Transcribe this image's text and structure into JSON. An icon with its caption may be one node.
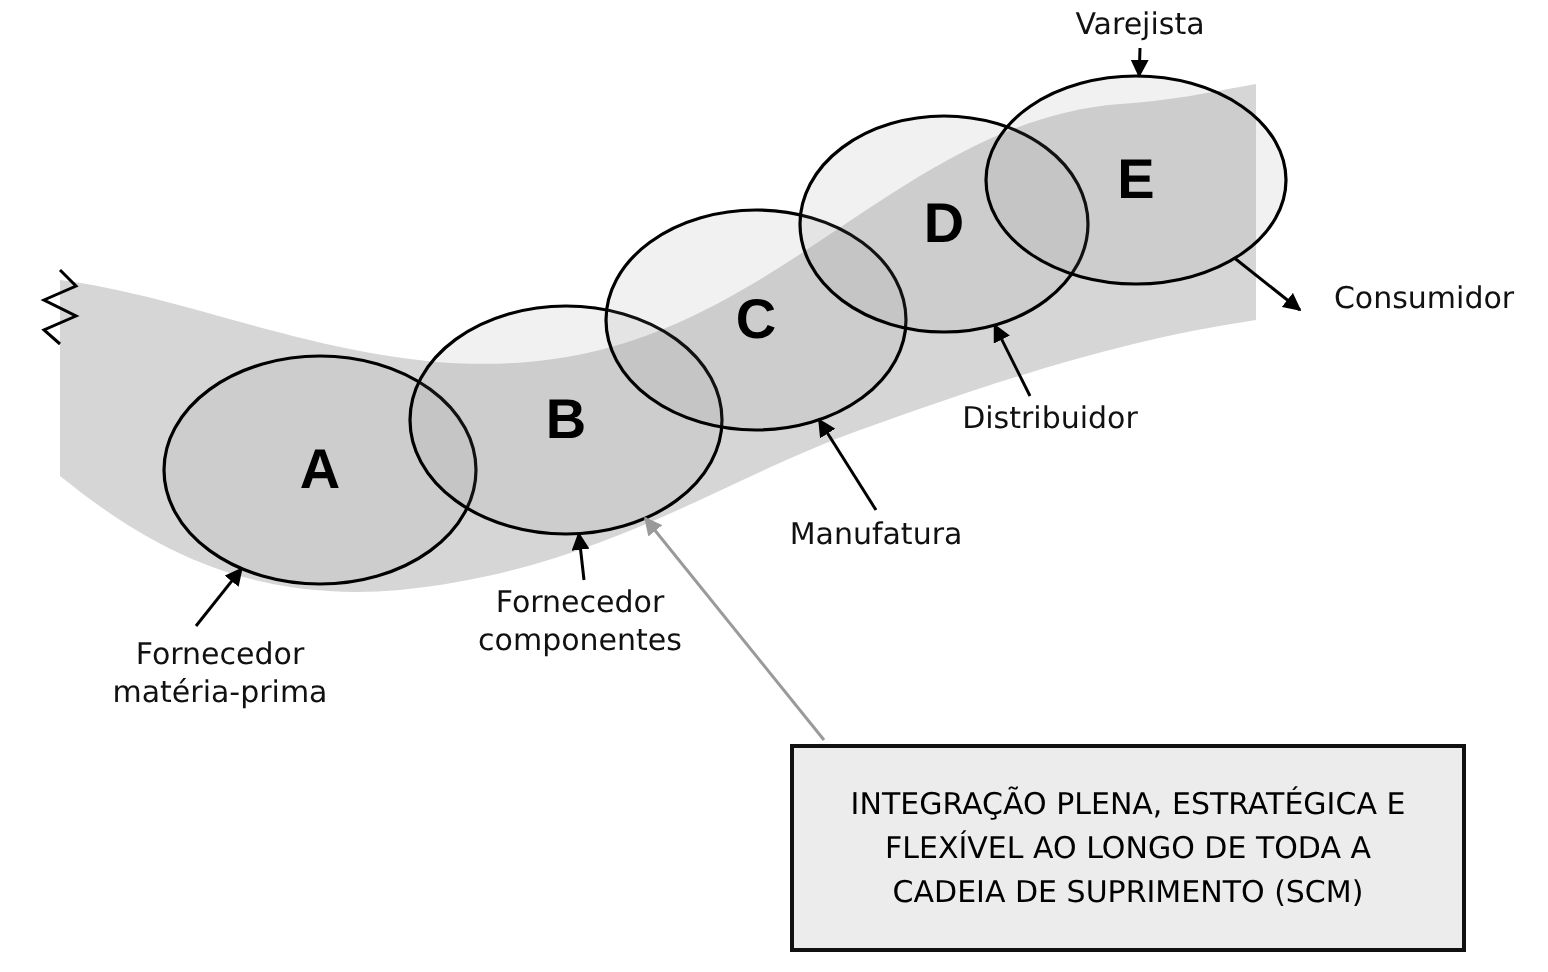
{
  "diagram": {
    "nodes": [
      {
        "text": [
          "A"
        ]
      },
      {
        "text": [
          "B"
        ]
      },
      {
        "text": [
          "C"
        ]
      },
      {
        "text": [
          "D"
        ]
      },
      {
        "text": [
          "E"
        ]
      },
      {
        "text": [
          "Fornecedor matéria-prima"
        ]
      },
      {
        "text": [
          "Fornecedor componentes"
        ]
      },
      {
        "text": [
          "Manufatura"
        ]
      },
      {
        "text": [
          "Distribuidor"
        ]
      },
      {
        "text": [
          "Varejista"
        ]
      },
      {
        "text": [
          "Consumidor"
        ]
      },
      {
        "text": [
          "INTEGRAÇÃO PLENA, ESTRATÉGICA E FLEXÍVEL AO LONGO DE TODA A CADEIA DE SUPRIMENTO (SCM)"
        ]
      }
    ],
    "edges": [
      {
        "from": 5,
        "to": 0,
        "arrow": "to"
      },
      {
        "from": 6,
        "to": 1,
        "arrow": "to"
      },
      {
        "from": 7,
        "to": 2,
        "arrow": "to"
      },
      {
        "from": 8,
        "to": 3,
        "arrow": "to"
      },
      {
        "from": 9,
        "to": 4,
        "arrow": "to"
      },
      {
        "from": 4,
        "to": 10,
        "arrow": "to"
      },
      {
        "from": 11,
        "to": 1,
        "arrow": "to",
        "color": "#9a9a9a"
      }
    ]
  }
}
